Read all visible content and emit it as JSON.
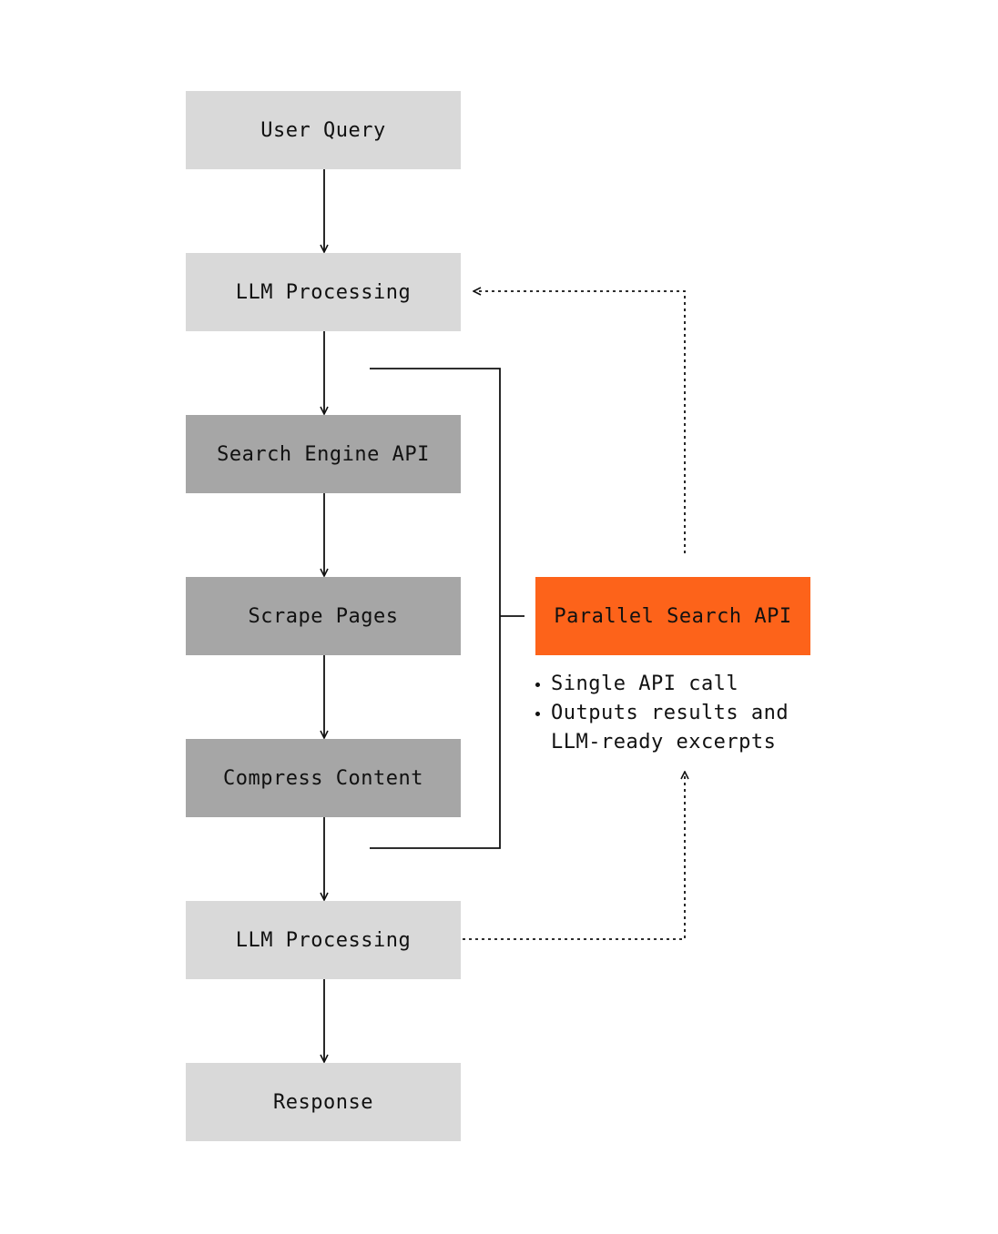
{
  "nodes": {
    "user_query": "User Query",
    "llm_processing_1": "LLM Processing",
    "search_engine_api": "Search Engine API",
    "scrape_pages": "Scrape Pages",
    "compress_content": "Compress Content",
    "llm_processing_2": "LLM Processing",
    "response": "Response",
    "parallel_search_api": "Parallel Search API"
  },
  "notes": [
    "Single API call",
    "Outputs results and LLM-ready excerpts"
  ],
  "colors": {
    "light_box": "#d9d9d9",
    "dark_box": "#a6a6a6",
    "accent_box": "#fd631a",
    "line": "#111111"
  }
}
